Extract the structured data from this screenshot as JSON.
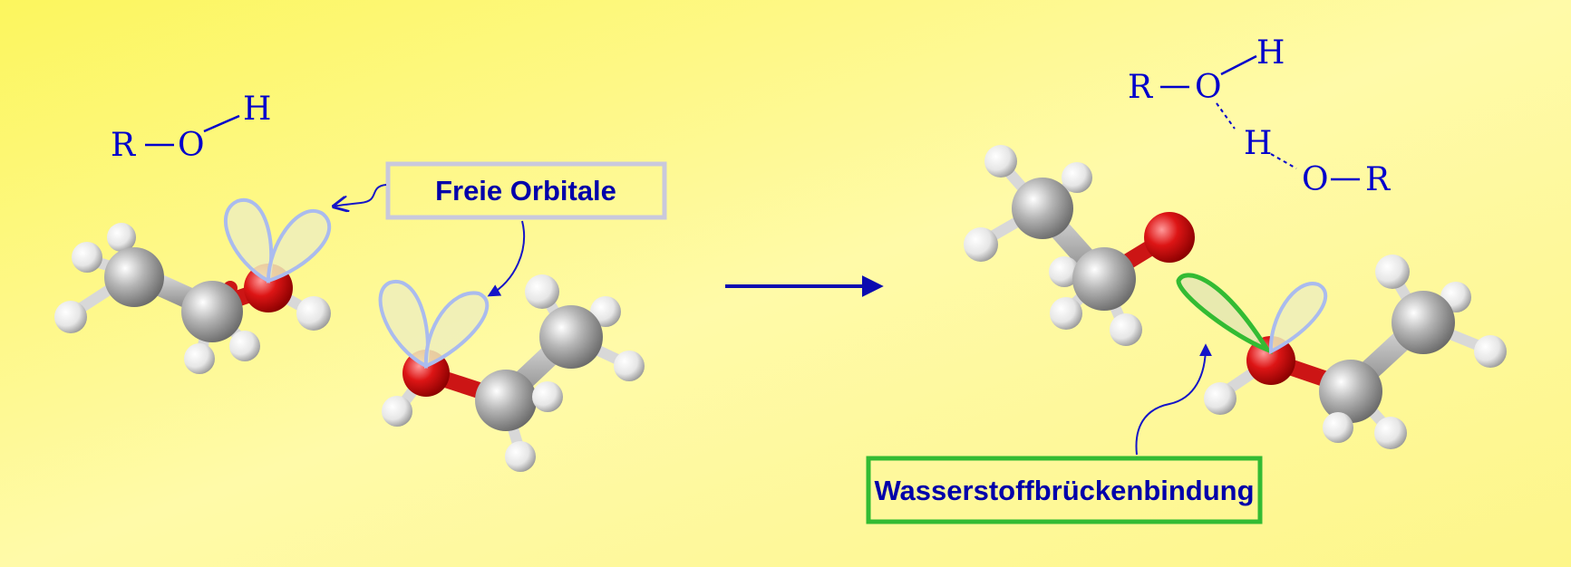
{
  "formula_left": {
    "r": "R",
    "o": "O",
    "h": "H"
  },
  "formula_right": {
    "r1": "R",
    "o1": "O",
    "h1": "H",
    "h2": "H",
    "o2": "O",
    "r2": "R"
  },
  "labels": {
    "free_orbitals": "Freie Orbitale",
    "hydrogen_bond": "Wasserstoffbrückenbindung"
  },
  "colors": {
    "text_blue": "#0000cc",
    "oxygen_red": "#dd1111",
    "carbon_grey": "#9a9a9a",
    "hydrogen_white": "#f2f2f2",
    "bond_highlight_green": "#33bb33",
    "orbital_fill": "#eeeebb",
    "orbital_outline": "#aabbee",
    "background_start": "#fdf870",
    "background_end": "#fffbbd"
  }
}
